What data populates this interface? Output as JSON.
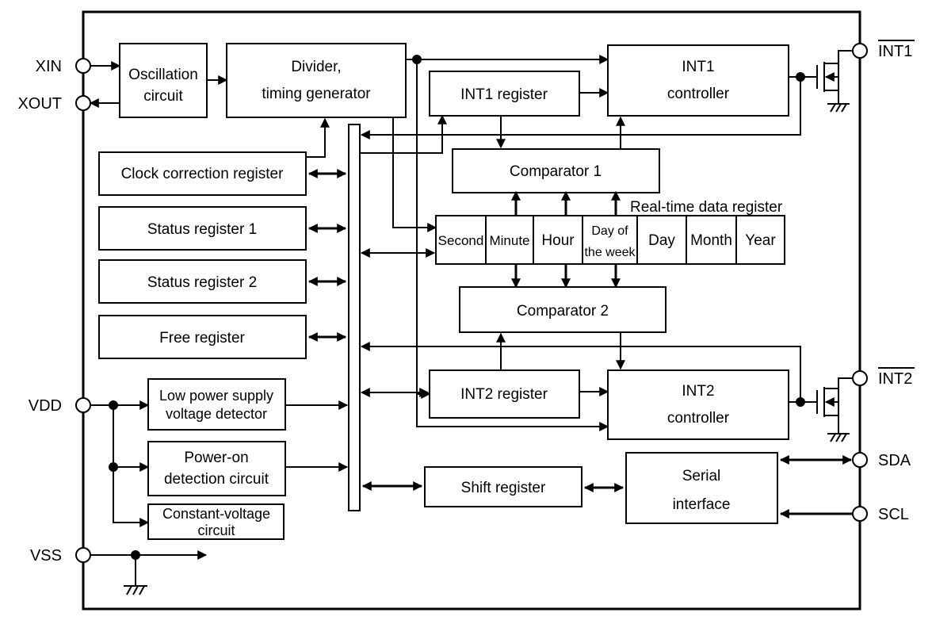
{
  "pins": {
    "xin": "XIN",
    "xout": "XOUT",
    "vdd": "VDD",
    "vss": "VSS",
    "int1": "INT1",
    "int2": "INT2",
    "sda": "SDA",
    "scl": "SCL"
  },
  "blocks": {
    "oscillation": [
      "Oscillation",
      "circuit"
    ],
    "divider": [
      "Divider,",
      "timing generator"
    ],
    "int1_controller": [
      "INT1",
      "controller"
    ],
    "int1_register": "INT1 register",
    "comparator1": "Comparator 1",
    "clock_correction": "Clock correction register",
    "status1": "Status register 1",
    "status2": "Status register 2",
    "free": "Free register",
    "comparator2": "Comparator 2",
    "int2_register": "INT2 register",
    "int2_controller": [
      "INT2",
      "controller"
    ],
    "low_power": [
      "Low power supply",
      "voltage detector"
    ],
    "power_on": [
      "Power-on",
      "detection circuit"
    ],
    "constant_voltage": [
      "Constant-voltage",
      "circuit"
    ],
    "shift": "Shift register",
    "serial": [
      "Serial",
      "interface"
    ]
  },
  "realtime": {
    "label": "Real-time data register",
    "cells": [
      "Second",
      "Minute",
      "Hour",
      "Day of|the week",
      "Day",
      "Month",
      "Year"
    ]
  }
}
